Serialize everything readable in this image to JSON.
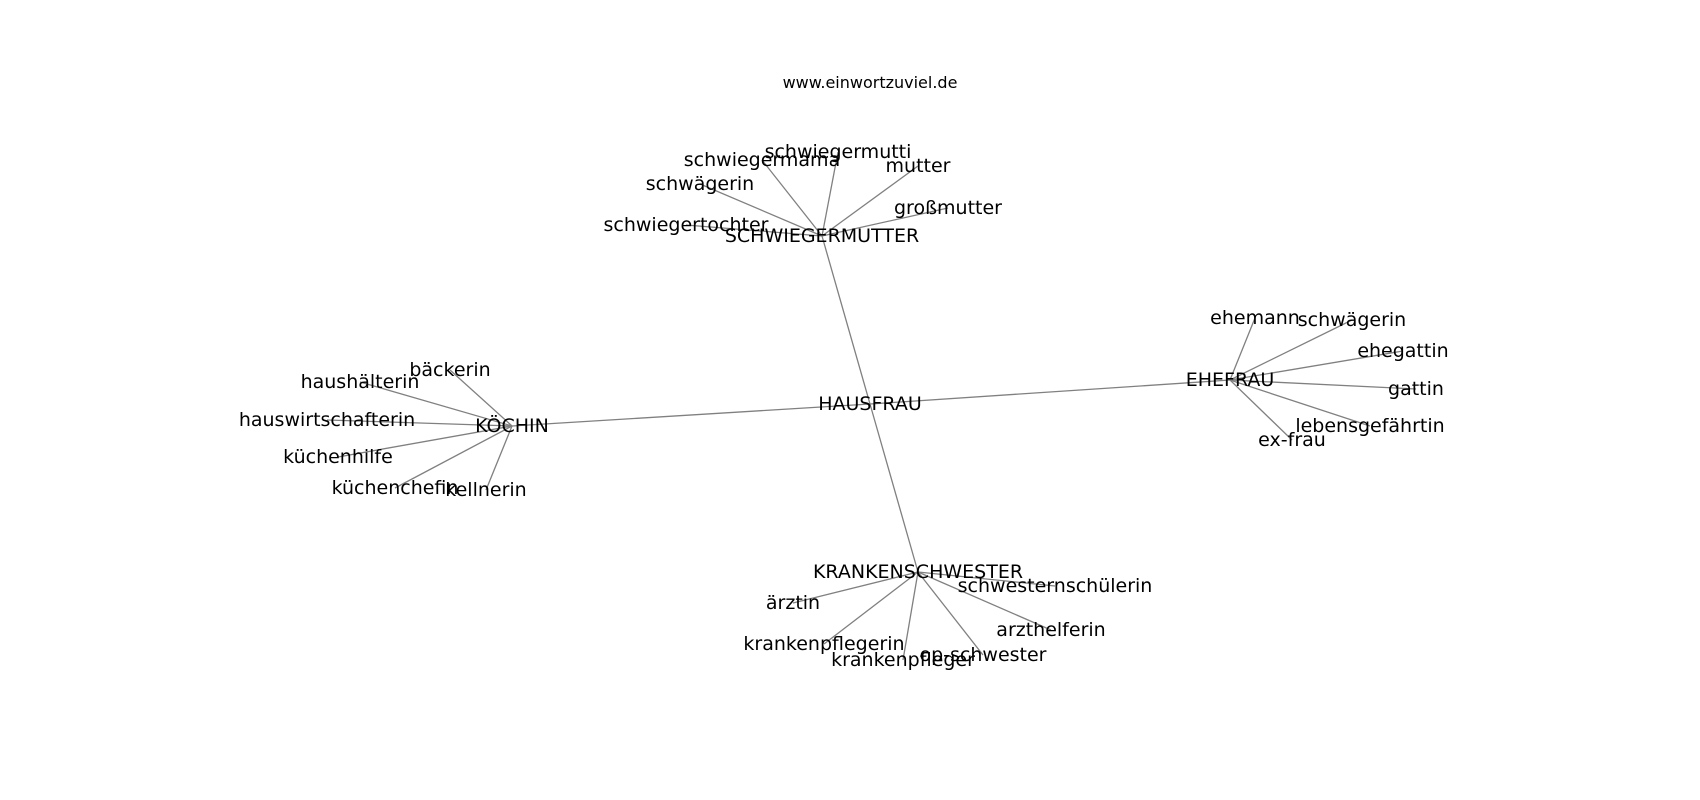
{
  "title": "www.einwortzuviel.de",
  "nodes": [
    {
      "id": "hausfrau",
      "label": "HAUSFRAU"
    },
    {
      "id": "schwiegermutter",
      "label": "SCHWIEGERMUTTER"
    },
    {
      "id": "koechin",
      "label": "KÖCHIN"
    },
    {
      "id": "ehefrau",
      "label": "EHEFRAU"
    },
    {
      "id": "krankenschwester",
      "label": "KRANKENSCHWESTER"
    },
    {
      "id": "schwiegermama",
      "label": "schwiegermama"
    },
    {
      "id": "schwiegermutti",
      "label": "schwiegermutti"
    },
    {
      "id": "mutter",
      "label": "mutter"
    },
    {
      "id": "schwaegerin1",
      "label": "schwägerin"
    },
    {
      "id": "grossmutter",
      "label": "großmutter"
    },
    {
      "id": "schwiegertochter",
      "label": "schwiegertochter"
    },
    {
      "id": "baeckerin",
      "label": "bäckerin"
    },
    {
      "id": "haushaelterin",
      "label": "haushälterin"
    },
    {
      "id": "hauswirtschafterin",
      "label": "hauswirtschafterin"
    },
    {
      "id": "kuechenhilfe",
      "label": "küchenhilfe"
    },
    {
      "id": "kuechenchefin",
      "label": "küchenchefin"
    },
    {
      "id": "kellnerin",
      "label": "kellnerin"
    },
    {
      "id": "ehemann",
      "label": "ehemann"
    },
    {
      "id": "schwaegerin2",
      "label": "schwägerin"
    },
    {
      "id": "ehegattin",
      "label": "ehegattin"
    },
    {
      "id": "gattin",
      "label": "gattin"
    },
    {
      "id": "lebensgefaehrtin",
      "label": "lebensgefährtin"
    },
    {
      "id": "exfrau",
      "label": "ex-frau"
    },
    {
      "id": "schwesternschuelerin",
      "label": "schwesternschülerin"
    },
    {
      "id": "aerztin",
      "label": "ärztin"
    },
    {
      "id": "arzthelferin",
      "label": "arzthelferin"
    },
    {
      "id": "krankenpflegerin",
      "label": "krankenpflegerin"
    },
    {
      "id": "opschwester",
      "label": "op-schwester"
    },
    {
      "id": "krankenpfleger",
      "label": "krankenpfleger"
    }
  ],
  "edges": [
    [
      "hausfrau",
      "schwiegermutter"
    ],
    [
      "hausfrau",
      "koechin"
    ],
    [
      "hausfrau",
      "ehefrau"
    ],
    [
      "hausfrau",
      "krankenschwester"
    ],
    [
      "schwiegermutter",
      "schwiegermama"
    ],
    [
      "schwiegermutter",
      "schwiegermutti"
    ],
    [
      "schwiegermutter",
      "mutter"
    ],
    [
      "schwiegermutter",
      "schwaegerin1"
    ],
    [
      "schwiegermutter",
      "grossmutter"
    ],
    [
      "schwiegermutter",
      "schwiegertochter"
    ],
    [
      "koechin",
      "baeckerin"
    ],
    [
      "koechin",
      "haushaelterin"
    ],
    [
      "koechin",
      "hauswirtschafterin"
    ],
    [
      "koechin",
      "kuechenhilfe"
    ],
    [
      "koechin",
      "kuechenchefin"
    ],
    [
      "koechin",
      "kellnerin"
    ],
    [
      "ehefrau",
      "ehemann"
    ],
    [
      "ehefrau",
      "schwaegerin2"
    ],
    [
      "ehefrau",
      "ehegattin"
    ],
    [
      "ehefrau",
      "gattin"
    ],
    [
      "ehefrau",
      "lebensgefaehrtin"
    ],
    [
      "ehefrau",
      "exfrau"
    ],
    [
      "krankenschwester",
      "schwesternschuelerin"
    ],
    [
      "krankenschwester",
      "aerztin"
    ],
    [
      "krankenschwester",
      "arzthelferin"
    ],
    [
      "krankenschwester",
      "krankenpflegerin"
    ],
    [
      "krankenschwester",
      "opschwester"
    ],
    [
      "krankenschwester",
      "krankenpfleger"
    ]
  ]
}
